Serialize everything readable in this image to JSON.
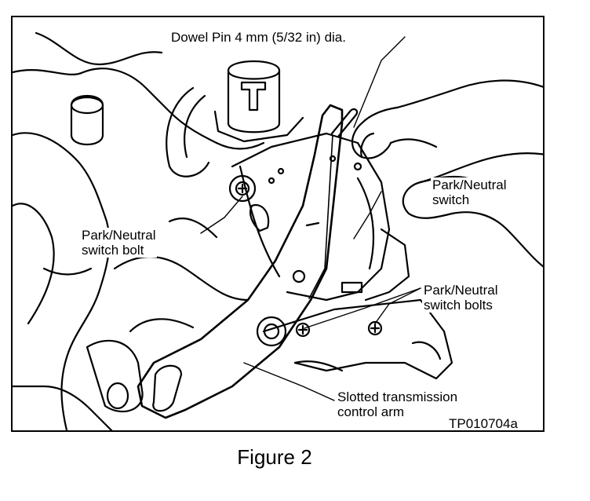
{
  "figure": {
    "caption": "Figure 2",
    "ref_code": "TP010704a"
  },
  "callouts": {
    "dowel_pin": "Dowel Pin 4 mm (5/32 in) dia.",
    "switch_line1": "Park/Neutral",
    "switch_line2": "switch",
    "switch_bolt_line1": "Park/Neutral",
    "switch_bolt_line2": "switch bolt",
    "switch_bolts_line1": "Park/Neutral",
    "switch_bolts_line2": "switch bolts",
    "arm_line1": "Slotted transmission",
    "arm_line2": "control arm"
  },
  "colors": {
    "ink": "#000000",
    "paper": "#ffffff"
  }
}
